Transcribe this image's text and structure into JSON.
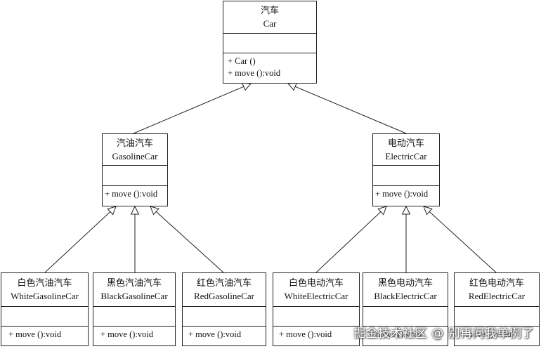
{
  "classes": {
    "car": {
      "cn": "汽车",
      "en": "Car",
      "ops": [
        "+ Car ()",
        "+ move ():void"
      ]
    },
    "gasoline": {
      "cn": "汽油汽车",
      "en": "GasolineCar",
      "ops": [
        "+ move ():void"
      ]
    },
    "electric": {
      "cn": "电动汽车",
      "en": "ElectricCar",
      "ops": [
        "+ move ():void"
      ]
    },
    "white_gasoline": {
      "cn": "白色汽油汽车",
      "en": "WhiteGasolineCar",
      "ops": [
        "+ move ():void"
      ]
    },
    "black_gasoline": {
      "cn": "黑色汽油汽车",
      "en": "BlackGasolineCar",
      "ops": [
        "+ move ():void"
      ]
    },
    "red_gasoline": {
      "cn": "红色汽油汽车",
      "en": "RedGasolineCar",
      "ops": [
        "+ move ():void"
      ]
    },
    "white_electric": {
      "cn": "白色电动汽车",
      "en": "WhiteElectricCar",
      "ops": [
        "+ move ():void"
      ]
    },
    "black_electric": {
      "cn": "黑色电动汽车",
      "en": "BlackElectricCar",
      "ops": [
        "+ move ():void"
      ]
    },
    "red_electric": {
      "cn": "红色电动汽车",
      "en": "RedElectricCar",
      "ops": [
        "+ move ():void"
      ]
    }
  },
  "watermark": "掘金技术社区 @ 别再问我单例了"
}
